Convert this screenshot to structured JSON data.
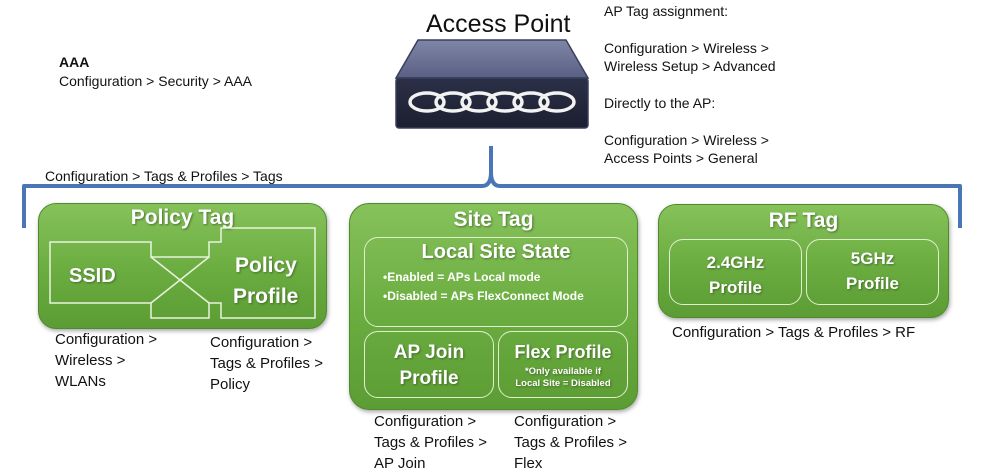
{
  "access_point": {
    "title": "Access Point",
    "assignment_heading": "AP Tag assignment:",
    "path1_line1": "Configuration >  Wireless >",
    "path1_line2": "Wireless Setup > Advanced",
    "direct_heading": "Directly to the AP:",
    "path2_line1": "Configuration > Wireless >",
    "path2_line2": "Access Points > General"
  },
  "aaa": {
    "heading": "AAA",
    "path": "Configuration > Security > AAA"
  },
  "tags_path": "Configuration > Tags & Profiles > Tags",
  "policy_tag": {
    "title": "Policy Tag",
    "ssid": "SSID",
    "policy_profile_line1": "Policy",
    "policy_profile_line2": "Profile",
    "ssid_path": [
      "Configuration >",
      "Wireless >",
      "WLANs"
    ],
    "policy_path": [
      "Configuration >",
      "Tags & Profiles >",
      "Policy"
    ]
  },
  "site_tag": {
    "title": "Site Tag",
    "local_site_state": "Local Site State",
    "enabled_note": "•Enabled = APs Local mode",
    "disabled_note": "•Disabled = APs  FlexConnect Mode",
    "ap_join_line1": "AP Join",
    "ap_join_line2": "Profile",
    "flex_profile": "Flex Profile",
    "flex_note_line1": "*Only available if",
    "flex_note_line2": "Local Site = Disabled",
    "ap_join_path": [
      "Configuration >",
      "Tags & Profiles >",
      "AP Join"
    ],
    "flex_path": [
      "Configuration >",
      "Tags & Profiles >",
      "Flex"
    ]
  },
  "rf_tag": {
    "title": "RF Tag",
    "band24_line1": "2.4GHz",
    "band24_line2": "Profile",
    "band5_line1": "5GHz",
    "band5_line2": "Profile",
    "path": "Configuration > Tags & Profiles > RF"
  },
  "colors": {
    "green": "#6aac40",
    "bracket": "#4a76b8",
    "device": "#3a3f5c"
  }
}
